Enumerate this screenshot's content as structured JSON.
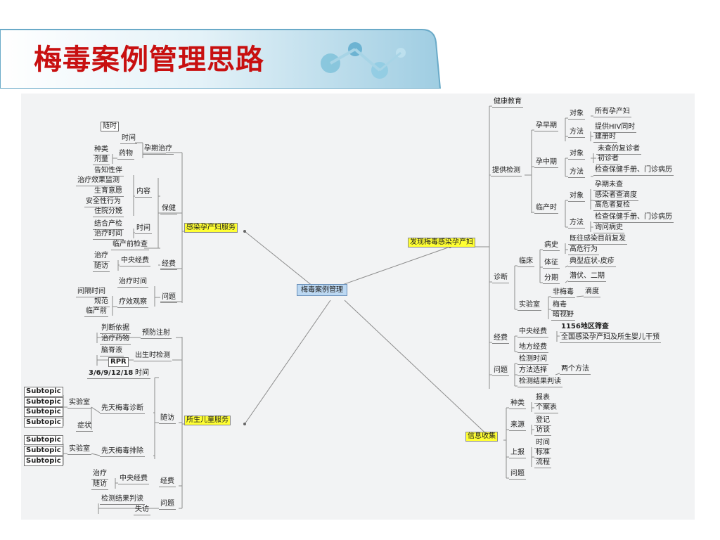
{
  "title": "梅毒案例管理思路",
  "colors": {
    "title": "#c81010",
    "highlight": "#ffff33",
    "center_fill": "#bcd8f2",
    "canvas_bg": "#f2f3f4"
  },
  "mindmap": {
    "center": "梅毒案例管理",
    "maternal": {
      "label": "感染孕产妇服务",
      "anytime": "随时",
      "pregnancy_treatment": {
        "label": "孕期治疗",
        "time": "时间",
        "drug": "药物",
        "drug_type": "种类",
        "drug_dose": "剂量"
      },
      "care": {
        "label": "保健",
        "content": {
          "label": "内容",
          "items": [
            "告知性伴",
            "治疗效果监测",
            "生育意愿",
            "安全性行为",
            "住院分娩"
          ]
        },
        "time": {
          "label": "时间",
          "items": [
            "结合产检",
            "治疗时间"
          ]
        },
        "prenatal_check": "临产前检查"
      },
      "funding": {
        "label": "经费",
        "central": "中央经费",
        "items": [
          "治疗",
          "随访"
        ]
      },
      "issues": {
        "label": "问题",
        "treatment_time": "治疗时间",
        "efficacy": "疗效观察",
        "efficacy_items": [
          "间隔时间",
          "规范",
          "临产前"
        ]
      }
    },
    "newborn": {
      "label": "所生儿童服务",
      "prevent": {
        "label": "预防注射",
        "items": [
          "判断依据",
          "治疗药物"
        ]
      },
      "birth_test": {
        "label": "出生时检测",
        "items": [
          "脑脊液",
          "RPR"
        ]
      },
      "followup": {
        "label": "随访",
        "time_label": "时间",
        "time_value": "3/6/9/12/18",
        "diagnosis": {
          "label": "先天梅毒诊断",
          "lab": "实验室",
          "symptom": "症状",
          "subtopics": [
            "Subtopic",
            "Subtopic",
            "Subtopic",
            "Subtopic"
          ]
        },
        "exclusion": {
          "label": "先天梅毒排除",
          "lab": "实验室",
          "subtopics": [
            "Subtopic",
            "Subtopic",
            "Subtopic"
          ]
        }
      },
      "funding": {
        "label": "经费",
        "central": "中央经费",
        "items": [
          "治疗",
          "随访"
        ]
      },
      "issues": {
        "label": "问题",
        "items": [
          "检测结果判读",
          "失访"
        ]
      }
    },
    "discover": {
      "label": "发现梅毒感染孕产妇",
      "health_edu": "健康教育",
      "testing": {
        "label": "提供检测",
        "early": {
          "label": "孕早期",
          "target_label": "对象",
          "target": "所有孕产妇",
          "method_label": "方法",
          "methods": [
            "提供HIV同时",
            "建册时"
          ]
        },
        "mid": {
          "label": "孕中期",
          "target_label": "对象",
          "targets": [
            "未查的复诊者",
            "初诊者"
          ],
          "method_label": "方法",
          "method": "检查保健手册、门诊病历"
        },
        "delivery": {
          "label": "临产时",
          "target_label": "对象",
          "targets": [
            "孕期未查",
            "感染者查滴度",
            "高危者复检"
          ],
          "method_label": "方法",
          "methods": [
            "检查保健手册、门诊病历",
            "询问病史"
          ]
        }
      },
      "diagnosis": {
        "label": "诊断",
        "clinical": {
          "label": "临床",
          "history": {
            "label": "病史",
            "items": [
              "既往感染目前复发",
              "高危行为"
            ]
          },
          "signs": {
            "label": "体征",
            "value": "典型症状-皮疹"
          },
          "stage": {
            "label": "分期",
            "value": "潜伏、二期"
          }
        },
        "lab": {
          "label": "实验室",
          "non_treponemal": "非梅毒",
          "titer": "滴度",
          "treponemal": "梅毒",
          "darkfield": "暗视野"
        }
      },
      "funding": {
        "label": "经费",
        "central": "中央经费",
        "central_items": [
          "1156地区筛查",
          "全国感染孕产妇及所生婴儿干预"
        ],
        "local": "地方经费"
      },
      "issues": {
        "label": "问题",
        "items": [
          "检测时间",
          "方法选择",
          "检测结果判读"
        ],
        "two_methods": "两个方法"
      }
    },
    "info": {
      "label": "信息收集",
      "types": {
        "label": "种类",
        "items": [
          "报表",
          "个案表"
        ]
      },
      "sources": {
        "label": "来源",
        "items": [
          "登记",
          "访谈"
        ]
      },
      "report": {
        "label": "上报",
        "items": [
          "时间",
          "标准",
          "流程"
        ]
      },
      "issues": "问题"
    }
  }
}
